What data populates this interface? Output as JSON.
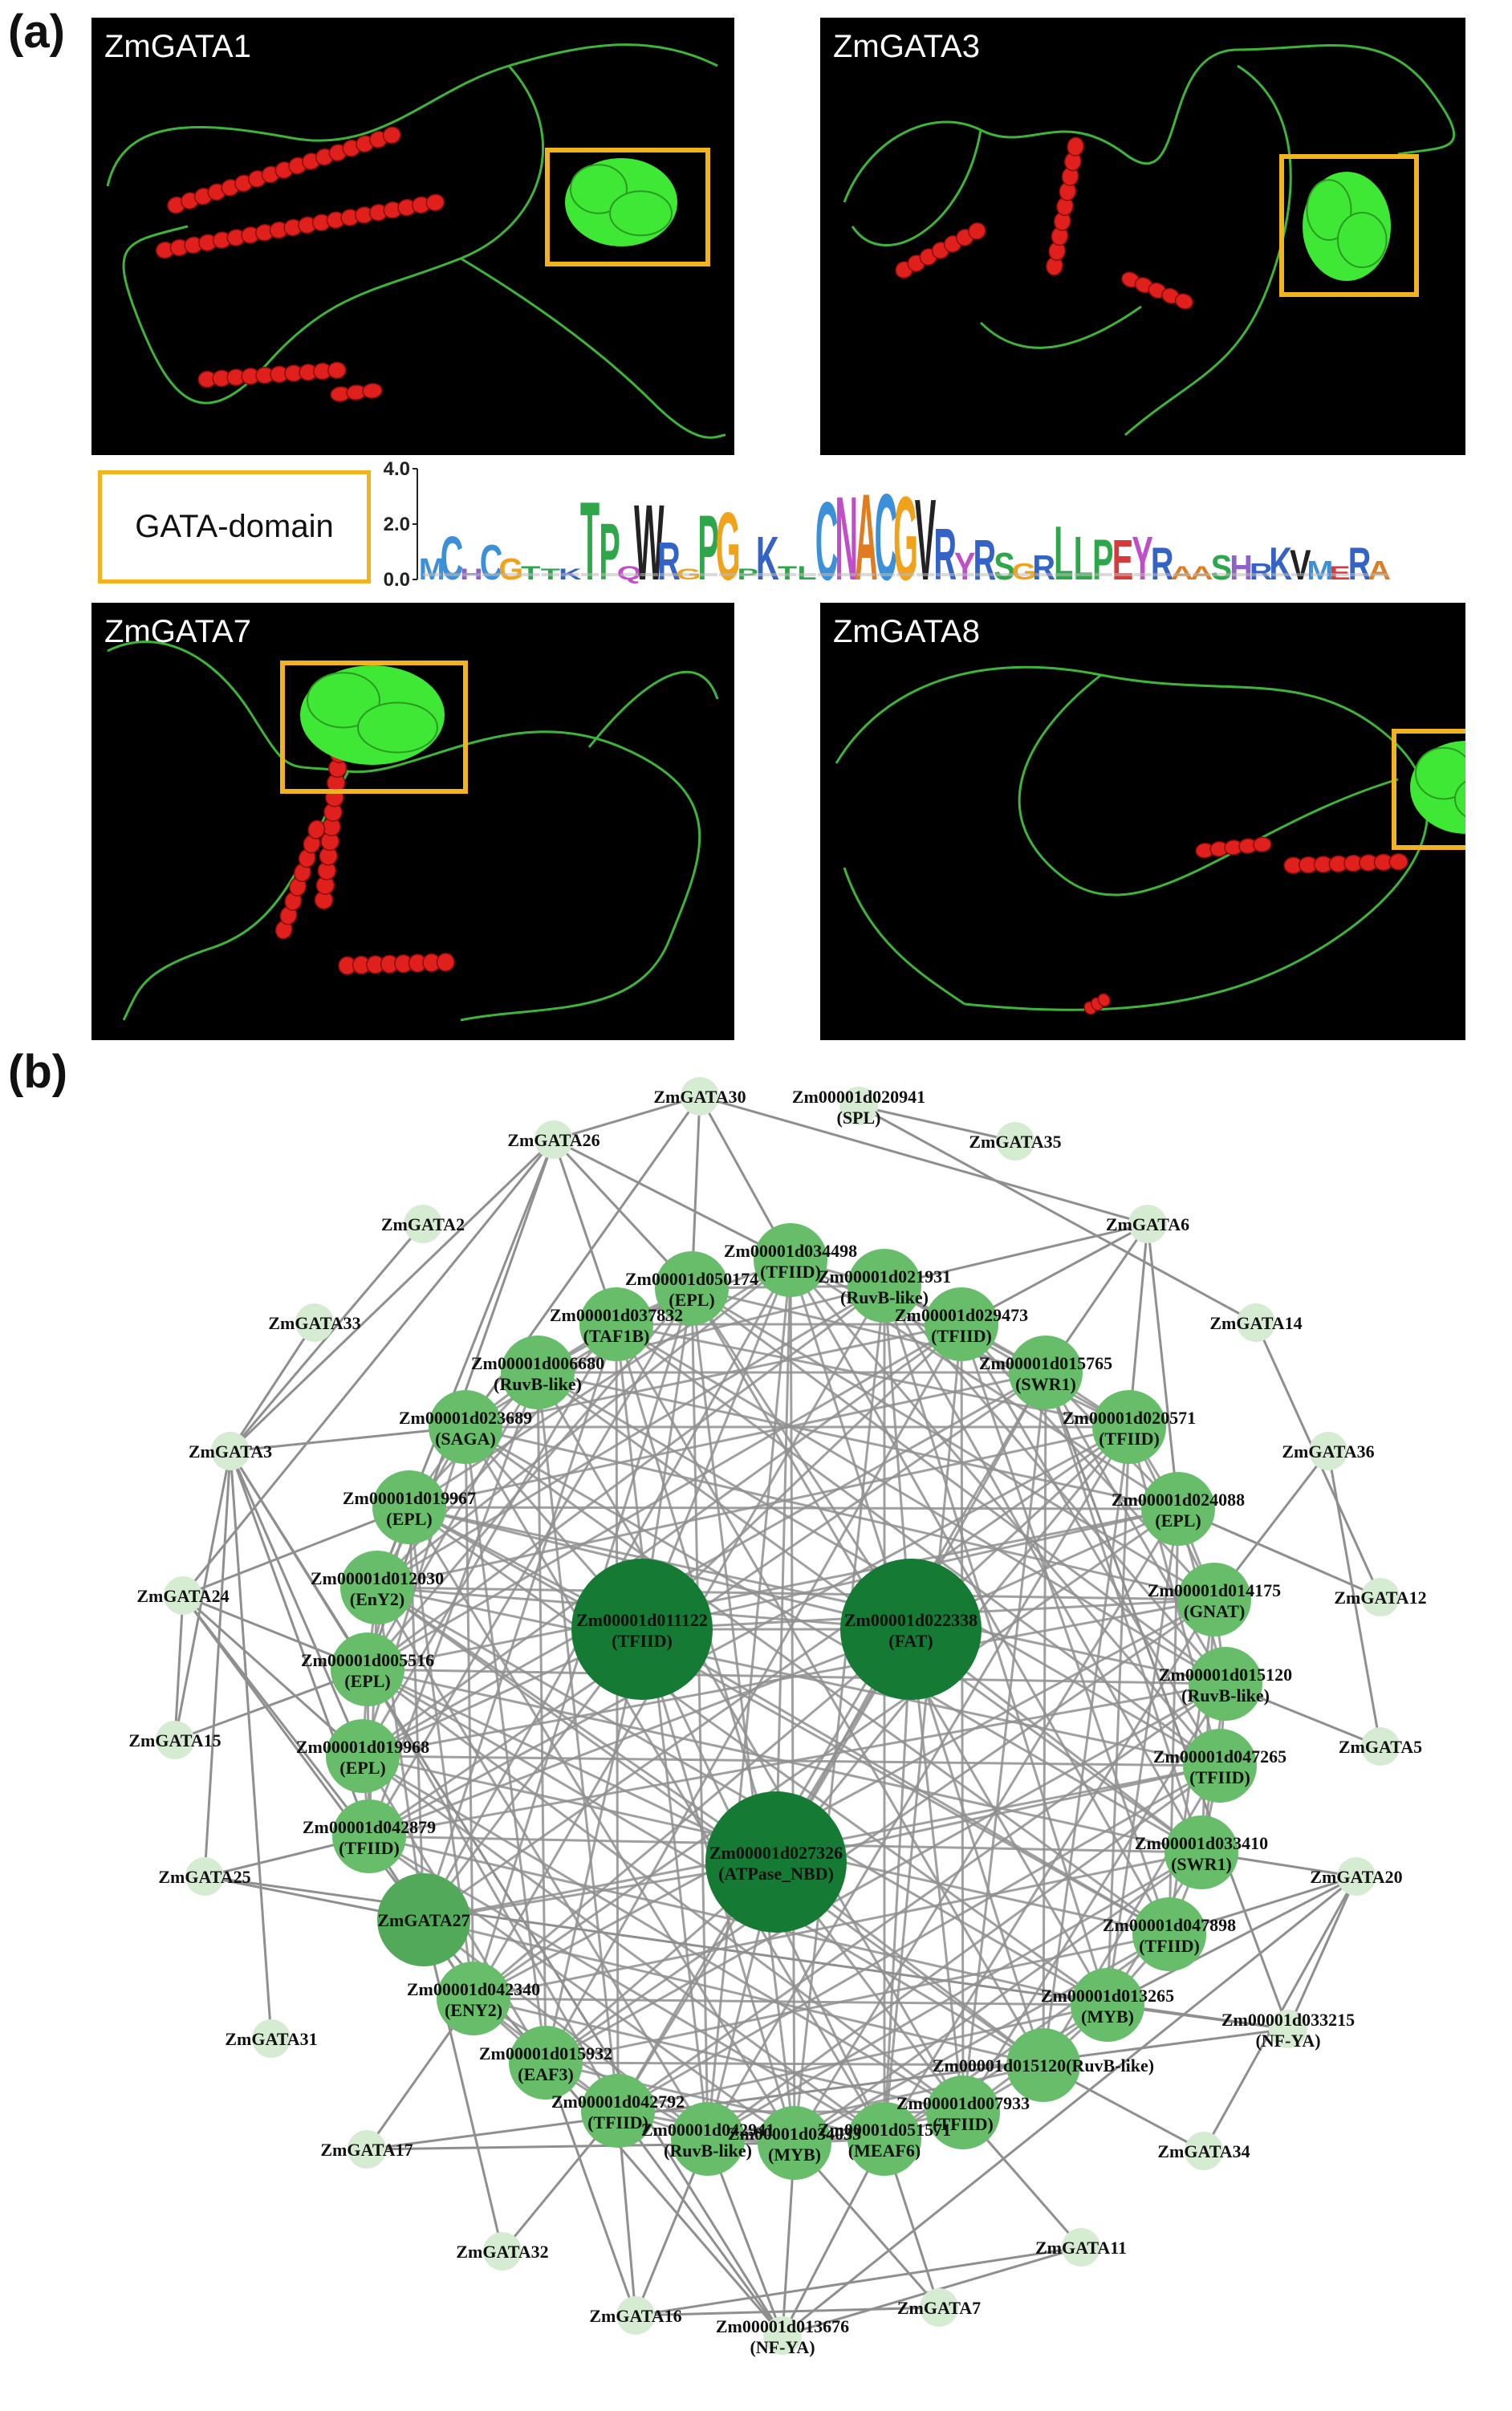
{
  "panels": {
    "a": {
      "label": "(a)",
      "structures": [
        {
          "id": "s1",
          "title": "ZmGATA1",
          "helix_color": "#e0201c",
          "coil_color": "#3fb43a",
          "domain_color": "#3ee834",
          "highlight_color": "#f2b321"
        },
        {
          "id": "s3",
          "title": "ZmGATA3",
          "helix_color": "#e0201c",
          "coil_color": "#3fb43a",
          "domain_color": "#3ee834",
          "highlight_color": "#f2b321"
        },
        {
          "id": "s7",
          "title": "ZmGATA7",
          "helix_color": "#e0201c",
          "coil_color": "#3fb43a",
          "domain_color": "#3ee834",
          "highlight_color": "#f2b321"
        },
        {
          "id": "s8",
          "title": "ZmGATA8",
          "helix_color": "#e0201c",
          "coil_color": "#3fb43a",
          "domain_color": "#3ee834",
          "highlight_color": "#f2b321"
        }
      ],
      "logo": {
        "box_label": "GATA-domain",
        "y_ticks": [
          "4.0",
          "2.0",
          "0.0"
        ],
        "letters": [
          "M",
          "C",
          "H",
          "C",
          "G",
          "T",
          "T",
          "K",
          "T",
          "P",
          "Q",
          "W",
          "R",
          "G",
          "P",
          "G",
          "P",
          "K",
          "T",
          "L",
          "C",
          "N",
          "A",
          "C",
          "G",
          "V",
          "R",
          "Y",
          "R",
          "S",
          "G",
          "R",
          "L",
          "L",
          "P",
          "E",
          "Y",
          "R",
          "A",
          "A",
          "S",
          "H",
          "R",
          "K",
          "V",
          "M",
          "E",
          "R",
          "A"
        ],
        "heights": [
          0.8,
          1.6,
          0.4,
          1.3,
          0.8,
          0.5,
          0.4,
          0.4,
          2.9,
          2.1,
          0.5,
          2.8,
          1.4,
          0.4,
          2.4,
          2.5,
          0.4,
          1.6,
          0.5,
          0.5,
          2.9,
          3.1,
          3.2,
          3.2,
          3.1,
          3.0,
          1.9,
          1.0,
          1.5,
          1.0,
          0.6,
          0.9,
          2.0,
          1.6,
          1.5,
          1.5,
          1.6,
          1.2,
          0.5,
          0.5,
          0.9,
          0.9,
          0.6,
          1.2,
          1.1,
          0.7,
          0.5,
          1.2,
          0.7
        ]
      }
    },
    "b": {
      "label": "(b)",
      "colors": {
        "edge": "#8f8f8f",
        "outer": "#d6ecd2",
        "mid": "#67bd6a",
        "mid2": "#53a95a",
        "hub": "#157a33"
      },
      "nodes": [
        {
          "id": "ZmGATA30",
          "line1": "ZmGATA30",
          "line2": "",
          "group": "outer"
        },
        {
          "id": "Zm00001d020941",
          "line1": "Zm00001d020941",
          "line2": "(SPL)",
          "group": "outer"
        },
        {
          "id": "ZmGATA35",
          "line1": "ZmGATA35",
          "line2": "",
          "group": "outer"
        },
        {
          "id": "ZmGATA26",
          "line1": "ZmGATA26",
          "line2": "",
          "group": "outer"
        },
        {
          "id": "ZmGATA2",
          "line1": "ZmGATA2",
          "line2": "",
          "group": "outer"
        },
        {
          "id": "ZmGATA6",
          "line1": "ZmGATA6",
          "line2": "",
          "group": "outer"
        },
        {
          "id": "ZmGATA33",
          "line1": "ZmGATA33",
          "line2": "",
          "group": "outer"
        },
        {
          "id": "ZmGATA14",
          "line1": "ZmGATA14",
          "line2": "",
          "group": "outer"
        },
        {
          "id": "ZmGATA3",
          "line1": "ZmGATA3",
          "line2": "",
          "group": "outer"
        },
        {
          "id": "ZmGATA36",
          "line1": "ZmGATA36",
          "line2": "",
          "group": "outer"
        },
        {
          "id": "ZmGATA24",
          "line1": "ZmGATA24",
          "line2": "",
          "group": "outer"
        },
        {
          "id": "ZmGATA12",
          "line1": "ZmGATA12",
          "line2": "",
          "group": "outer"
        },
        {
          "id": "ZmGATA15",
          "line1": "ZmGATA15",
          "line2": "",
          "group": "outer"
        },
        {
          "id": "ZmGATA5",
          "line1": "ZmGATA5",
          "line2": "",
          "group": "outer"
        },
        {
          "id": "ZmGATA25",
          "line1": "ZmGATA25",
          "line2": "",
          "group": "outer"
        },
        {
          "id": "ZmGATA20",
          "line1": "ZmGATA20",
          "line2": "",
          "group": "outer"
        },
        {
          "id": "ZmGATA31",
          "line1": "ZmGATA31",
          "line2": "",
          "group": "outer"
        },
        {
          "id": "Zm00001d033215",
          "line1": "Zm00001d033215",
          "line2": "(NF-YA)",
          "group": "outer"
        },
        {
          "id": "ZmGATA17",
          "line1": "ZmGATA17",
          "line2": "",
          "group": "outer"
        },
        {
          "id": "ZmGATA34",
          "line1": "ZmGATA34",
          "line2": "",
          "group": "outer"
        },
        {
          "id": "ZmGATA32",
          "line1": "ZmGATA32",
          "line2": "",
          "group": "outer"
        },
        {
          "id": "ZmGATA11",
          "line1": "ZmGATA11",
          "line2": "",
          "group": "outer"
        },
        {
          "id": "ZmGATA16",
          "line1": "ZmGATA16",
          "line2": "",
          "group": "outer"
        },
        {
          "id": "Zm00001d013676",
          "line1": "Zm00001d013676",
          "line2": "(NF-YA)",
          "group": "outer"
        },
        {
          "id": "ZmGATA7",
          "line1": "ZmGATA7",
          "line2": "",
          "group": "outer"
        },
        {
          "id": "Zm00001d034498",
          "line1": "Zm00001d034498",
          "line2": "(TFIID)",
          "group": "mid"
        },
        {
          "id": "Zm00001d021931",
          "line1": "Zm00001d021931",
          "line2": "(RuvB-like)",
          "group": "mid"
        },
        {
          "id": "Zm00001d029473",
          "line1": "Zm00001d029473",
          "line2": "(TFIID)",
          "group": "mid"
        },
        {
          "id": "Zm00001d015765",
          "line1": "Zm00001d015765",
          "line2": "(SWR1)",
          "group": "mid"
        },
        {
          "id": "Zm00001d020571",
          "line1": "Zm00001d020571",
          "line2": "(TFIID)",
          "group": "mid"
        },
        {
          "id": "Zm00001d024088",
          "line1": "Zm00001d024088",
          "line2": "(EPL)",
          "group": "mid"
        },
        {
          "id": "Zm00001d014175",
          "line1": "Zm00001d014175",
          "line2": "(GNAT)",
          "group": "mid"
        },
        {
          "id": "Zm00001d015120a",
          "line1": "Zm00001d015120",
          "line2": "(RuvB-like)",
          "group": "mid"
        },
        {
          "id": "Zm00001d047265",
          "line1": "Zm00001d047265",
          "line2": "(TFIID)",
          "group": "mid"
        },
        {
          "id": "Zm00001d033410",
          "line1": "Zm00001d033410",
          "line2": "(SWR1)",
          "group": "mid"
        },
        {
          "id": "Zm00001d047898",
          "line1": "Zm00001d047898",
          "line2": "(TFIID)",
          "group": "mid"
        },
        {
          "id": "Zm00001d013265",
          "line1": "Zm00001d013265",
          "line2": "(MYB)",
          "group": "mid"
        },
        {
          "id": "Zm00001d015120b",
          "line1": "Zm00001d015120(RuvB-like)",
          "line2": "",
          "group": "mid"
        },
        {
          "id": "Zm00001d007933",
          "line1": "Zm00001d007933",
          "line2": "(TFIID)",
          "group": "mid"
        },
        {
          "id": "Zm00001d051571",
          "line1": "Zm00001d051571",
          "line2": "(MEAF6)",
          "group": "mid"
        },
        {
          "id": "Zm00001d034033",
          "line1": "Zm00001d034033",
          "line2": "(MYB)",
          "group": "mid"
        },
        {
          "id": "Zm00001d042941",
          "line1": "Zm00001d042941",
          "line2": "(RuvB-like)",
          "group": "mid"
        },
        {
          "id": "Zm00001d042792",
          "line1": "Zm00001d042792",
          "line2": "(TFIID)",
          "group": "mid"
        },
        {
          "id": "Zm00001d015932",
          "line1": "Zm00001d015932",
          "line2": "(EAF3)",
          "group": "mid"
        },
        {
          "id": "Zm00001d042340",
          "line1": "Zm00001d042340",
          "line2": "(ENY2)",
          "group": "mid"
        },
        {
          "id": "ZmGATA27",
          "line1": "ZmGATA27",
          "line2": "",
          "group": "mid2"
        },
        {
          "id": "Zm00001d042879",
          "line1": "Zm00001d042879",
          "line2": "(TFIID)",
          "group": "mid"
        },
        {
          "id": "Zm00001d019968",
          "line1": "Zm00001d019968",
          "line2": "(EPL)",
          "group": "mid"
        },
        {
          "id": "Zm00001d005516",
          "line1": "Zm00001d005516",
          "line2": "(EPL)",
          "group": "mid"
        },
        {
          "id": "Zm00001d012030",
          "line1": "Zm00001d012030",
          "line2": "(EnY2)",
          "group": "mid"
        },
        {
          "id": "Zm00001d019967",
          "line1": "Zm00001d019967",
          "line2": "(EPL)",
          "group": "mid"
        },
        {
          "id": "Zm00001d023689",
          "line1": "Zm00001d023689",
          "line2": "(SAGA)",
          "group": "mid"
        },
        {
          "id": "Zm00001d006680",
          "line1": "Zm00001d006680",
          "line2": "(RuvB-like)",
          "group": "mid"
        },
        {
          "id": "Zm00001d037832",
          "line1": "Zm00001d037832",
          "line2": "(TAF1B)",
          "group": "mid"
        },
        {
          "id": "Zm00001d050174",
          "line1": "Zm00001d050174",
          "line2": "(EPL)",
          "group": "mid"
        },
        {
          "id": "Zm00001d011122",
          "line1": "Zm00001d011122",
          "line2": "(TFIID)",
          "group": "hub"
        },
        {
          "id": "Zm00001d022338",
          "line1": "Zm00001d022338",
          "line2": "(FAT)",
          "group": "hub"
        },
        {
          "id": "Zm00001d027326",
          "line1": "Zm00001d027326",
          "line2": "(ATPase_NBD)",
          "group": "hub"
        }
      ],
      "edges": [
        [
          "ZmGATA30",
          "ZmGATA26"
        ],
        [
          "ZmGATA30",
          "Zm00001d050174"
        ],
        [
          "ZmGATA30",
          "Zm00001d034498"
        ],
        [
          "ZmGATA30",
          "ZmGATA6"
        ],
        [
          "ZmGATA30",
          "Zm00001d023689"
        ],
        [
          "Zm00001d020941",
          "ZmGATA14"
        ],
        [
          "Zm00001d020941",
          "ZmGATA35"
        ],
        [
          "ZmGATA26",
          "ZmGATA3"
        ],
        [
          "ZmGATA26",
          "Zm00001d012030"
        ],
        [
          "ZmGATA26",
          "Zm00001d005516"
        ],
        [
          "ZmGATA26",
          "Zm00001d037832"
        ],
        [
          "ZmGATA26",
          "Zm00001d050174"
        ],
        [
          "ZmGATA26",
          "ZmGATA24"
        ],
        [
          "ZmGATA26",
          "Zm00001d034498"
        ],
        [
          "ZmGATA2",
          "ZmGATA3"
        ],
        [
          "ZmGATA33",
          "ZmGATA3"
        ],
        [
          "ZmGATA6",
          "Zm00001d021931"
        ],
        [
          "ZmGATA6",
          "Zm00001d015765"
        ],
        [
          "ZmGATA6",
          "Zm00001d020571"
        ],
        [
          "ZmGATA6",
          "Zm00001d024088"
        ],
        [
          "ZmGATA6",
          "Zm00001d029473"
        ],
        [
          "ZmGATA14",
          "ZmGATA12"
        ],
        [
          "ZmGATA36",
          "ZmGATA5"
        ],
        [
          "ZmGATA36",
          "Zm00001d014175"
        ],
        [
          "ZmGATA3",
          "Zm00001d023689"
        ],
        [
          "ZmGATA3",
          "Zm00001d005516"
        ],
        [
          "ZmGATA3",
          "Zm00001d019968"
        ],
        [
          "ZmGATA3",
          "ZmGATA31"
        ],
        [
          "ZmGATA3",
          "Zm00001d042879"
        ],
        [
          "ZmGATA3",
          "ZmGATA15"
        ],
        [
          "ZmGATA24",
          "Zm00001d005516"
        ],
        [
          "ZmGATA24",
          "Zm00001d019968"
        ],
        [
          "ZmGATA24",
          "Zm00001d042879"
        ],
        [
          "ZmGATA24",
          "ZmGATA15"
        ],
        [
          "ZmGATA24",
          "ZmGATA27"
        ],
        [
          "ZmGATA24",
          "Zm00001d019967"
        ],
        [
          "ZmGATA15",
          "Zm00001d005516"
        ],
        [
          "ZmGATA25",
          "ZmGATA27"
        ],
        [
          "ZmGATA25",
          "Zm00001d042879"
        ],
        [
          "ZmGATA25",
          "Zm00001d033215"
        ],
        [
          "ZmGATA20",
          "Zm00001d033215"
        ],
        [
          "ZmGATA20",
          "Zm00001d047898"
        ],
        [
          "ZmGATA20",
          "ZmGATA34"
        ],
        [
          "ZmGATA20",
          "Zm00001d013265"
        ],
        [
          "ZmGATA20",
          "Zm00001d013676"
        ],
        [
          "Zm00001d033215",
          "Zm00001d015765"
        ],
        [
          "Zm00001d033215",
          "ZmGATA17"
        ],
        [
          "Zm00001d033215",
          "Zm00001d013265"
        ],
        [
          "ZmGATA17",
          "Zm00001d042340"
        ],
        [
          "ZmGATA17",
          "Zm00001d034033"
        ],
        [
          "ZmGATA34",
          "Zm00001d015120b"
        ],
        [
          "ZmGATA32",
          "ZmGATA27"
        ],
        [
          "ZmGATA32",
          "Zm00001d042792"
        ],
        [
          "ZmGATA11",
          "Zm00001d007933"
        ],
        [
          "ZmGATA11",
          "ZmGATA16"
        ],
        [
          "ZmGATA11",
          "Zm00001d013676"
        ],
        [
          "ZmGATA16",
          "Zm00001d042792"
        ],
        [
          "ZmGATA16",
          "Zm00001d015932"
        ],
        [
          "ZmGATA16",
          "Zm00001d042941"
        ],
        [
          "ZmGATA16",
          "ZmGATA7"
        ],
        [
          "Zm00001d013676",
          "Zm00001d034033"
        ],
        [
          "Zm00001d013676",
          "Zm00001d042941"
        ],
        [
          "Zm00001d013676",
          "Zm00001d042792"
        ],
        [
          "Zm00001d013676",
          "ZmGATA27"
        ],
        [
          "Zm00001d013676",
          "Zm00001d051571"
        ],
        [
          "Zm00001d013676",
          "ZmGATA3"
        ],
        [
          "ZmGATA7",
          "Zm00001d034033"
        ],
        [
          "ZmGATA7",
          "Zm00001d051571"
        ],
        [
          "ZmGATA5",
          "Zm00001d015120a"
        ],
        [
          "ZmGATA12",
          "Zm00001d024088"
        ],
        [
          "ZmGATA20",
          "Zm00001d033410"
        ],
        [
          "ZmGATA25",
          "ZmGATA3"
        ]
      ]
    }
  }
}
